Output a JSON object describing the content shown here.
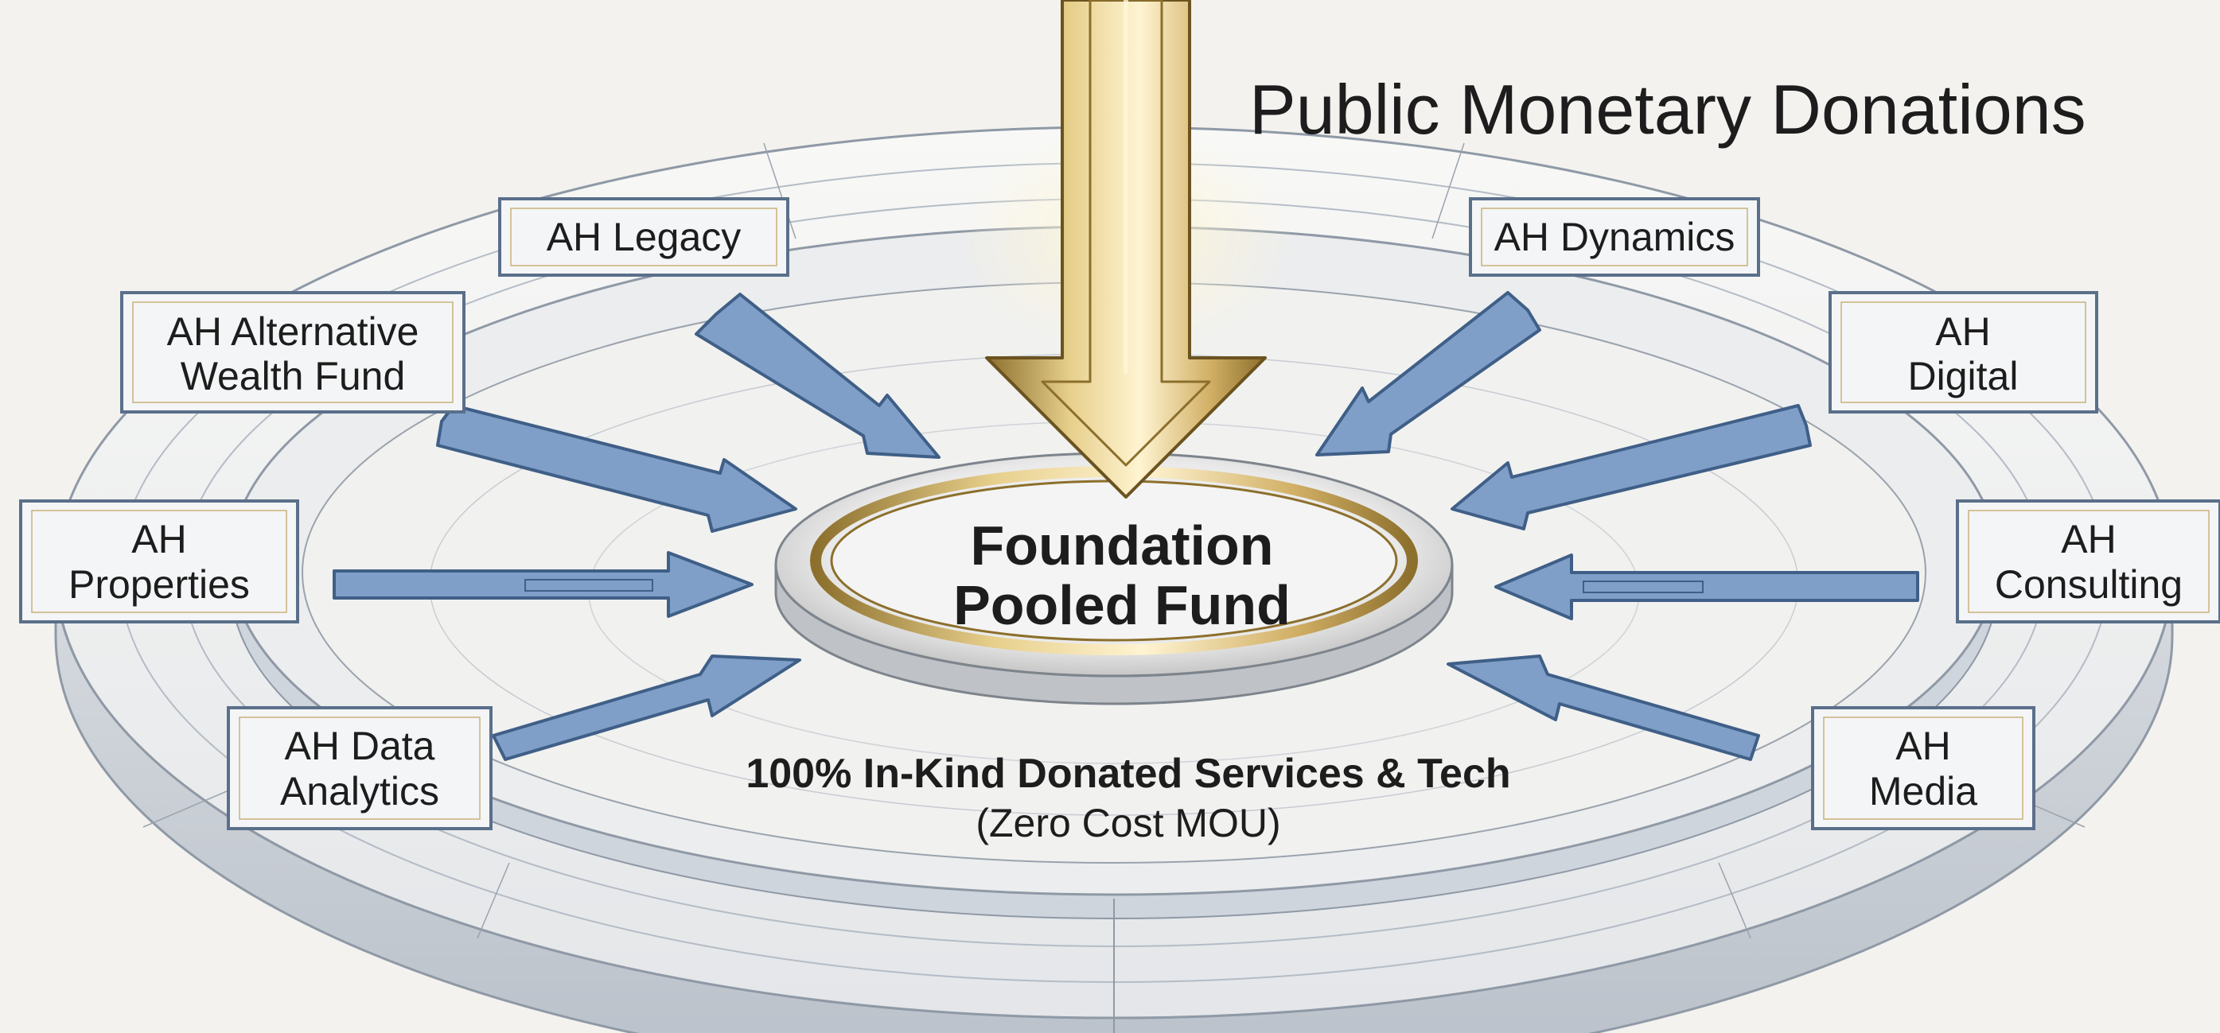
{
  "heading": "Public Monetary Donations",
  "center": {
    "line1": "Foundation",
    "line2": "Pooled Fund"
  },
  "inkind": {
    "line1": "100% In-Kind Donated Services & Tech",
    "line2": "(Zero Cost MOU)"
  },
  "entities": {
    "legacy": [
      "AH Legacy"
    ],
    "dynamics": [
      "AH Dynamics"
    ],
    "alt_wealth": [
      "AH Alternative",
      "Wealth Fund"
    ],
    "digital": [
      "AH",
      "Digital"
    ],
    "properties": [
      "AH",
      "Properties"
    ],
    "consulting": [
      "AH",
      "Consulting"
    ],
    "data_analytics": [
      "AH Data",
      "Analytics"
    ],
    "media": [
      "AH",
      "Media"
    ]
  },
  "colors": {
    "background": "#f3f2ee",
    "ring_line": "#8f99a6",
    "arrow_blue": "#7f9fc8",
    "arrow_outline": "#3f5f87",
    "gold": "#c9a658",
    "gold_dark": "#8c6f2c",
    "text": "#1d1d1d"
  }
}
